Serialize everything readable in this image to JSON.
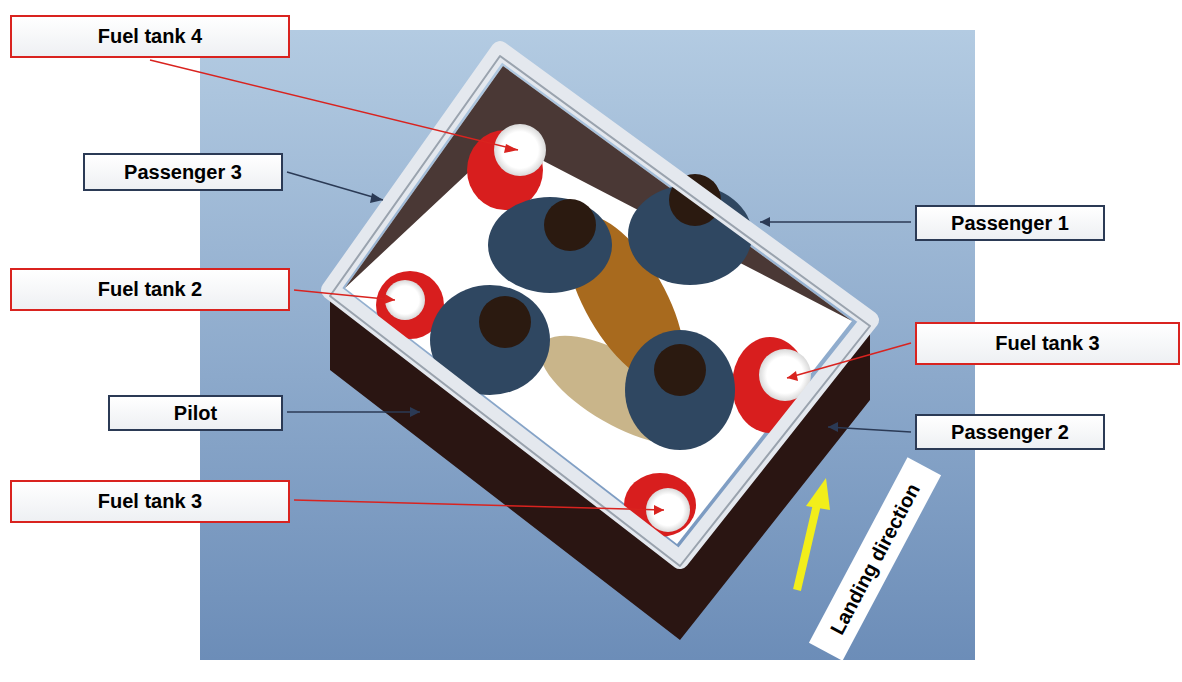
{
  "diagram": {
    "nodes": [
      {
        "text": [
          "Fuel tank 4"
        ]
      },
      {
        "text": [
          "Passenger 3"
        ]
      },
      {
        "text": [
          "Passenger 1"
        ]
      },
      {
        "text": [
          "Fuel tank 2"
        ]
      },
      {
        "text": [
          "Fuel tank 3"
        ]
      },
      {
        "text": [
          "Pilot"
        ]
      },
      {
        "text": [
          "Passenger 2"
        ]
      },
      {
        "text": [
          "Fuel tank 3"
        ]
      },
      {
        "text": [
          "Landing direction"
        ]
      }
    ]
  }
}
